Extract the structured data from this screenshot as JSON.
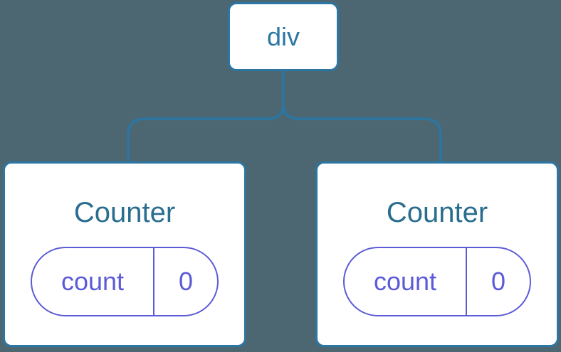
{
  "colors": {
    "background": "#4C6771",
    "node_border": "#2B76A3",
    "node_background": "#FFFFFF",
    "title_text": "#2A6E8F",
    "state_accent": "#5C5BD7"
  },
  "tree": {
    "root": {
      "label": "div"
    },
    "children": [
      {
        "title": "Counter",
        "state": {
          "key": "count",
          "value": "0"
        }
      },
      {
        "title": "Counter",
        "state": {
          "key": "count",
          "value": "0"
        }
      }
    ]
  }
}
